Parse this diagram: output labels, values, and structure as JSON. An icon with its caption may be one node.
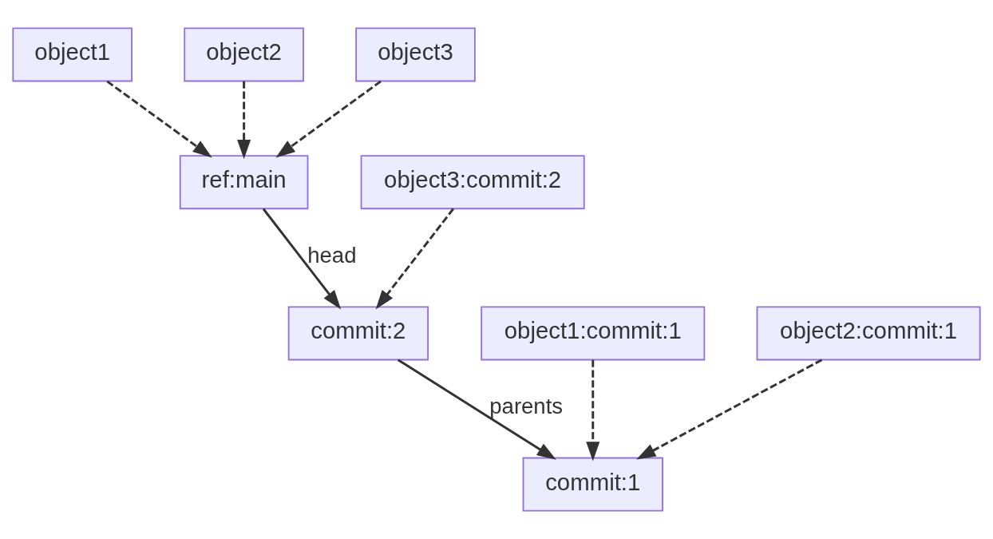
{
  "diagram": {
    "nodes": [
      {
        "text": [
          "object1"
        ]
      },
      {
        "text": [
          "object2"
        ]
      },
      {
        "text": [
          "object3"
        ]
      },
      {
        "text": [
          "object3:commit:2"
        ]
      },
      {
        "text": [
          "ref:main"
        ]
      },
      {
        "text": [
          "object1:commit:1"
        ]
      },
      {
        "text": [
          "object2:commit:1"
        ]
      },
      {
        "text": [
          "commit:2"
        ]
      },
      {
        "text": [
          "commit:1"
        ]
      }
    ],
    "edges": [
      {
        "from": 0,
        "to": 4,
        "arrow": "to",
        "style": "dashed"
      },
      {
        "from": 1,
        "to": 4,
        "arrow": "to",
        "style": "dashed"
      },
      {
        "from": 2,
        "to": 4,
        "arrow": "to",
        "style": "dashed"
      },
      {
        "from": 4,
        "to": 7,
        "arrow": "to",
        "label": "head"
      },
      {
        "from": 3,
        "to": 7,
        "arrow": "to",
        "style": "dashed"
      },
      {
        "from": 5,
        "to": 8,
        "arrow": "to",
        "style": "dashed"
      },
      {
        "from": 6,
        "to": 8,
        "arrow": "to",
        "style": "dashed"
      },
      {
        "from": 7,
        "to": 8,
        "arrow": "to",
        "label": "parents"
      }
    ]
  }
}
